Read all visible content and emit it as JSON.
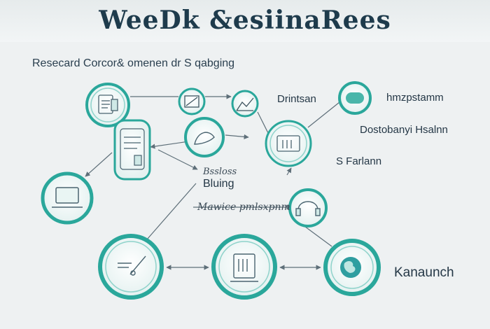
{
  "title": "WeeDk &esiinaRees",
  "subtitle": "Resecard Corcor& omenen dr S qabging",
  "labels": {
    "drintsan": "Drintsan",
    "hmzp": "hmzpstamm",
    "dostobanyi": "Dostobanyi Hsalnn",
    "sfarlann": "S Farlann",
    "bsloss": "Bssloss",
    "bluing": "Bluing",
    "mawice": "Mawice pmlsxpnm",
    "kanaunch": "Kanaunch"
  },
  "colors": {
    "accent": "#2aa79b",
    "accent_light": "#8fd3cb",
    "line": "#5e6f79",
    "title": "#1e3b4c"
  }
}
